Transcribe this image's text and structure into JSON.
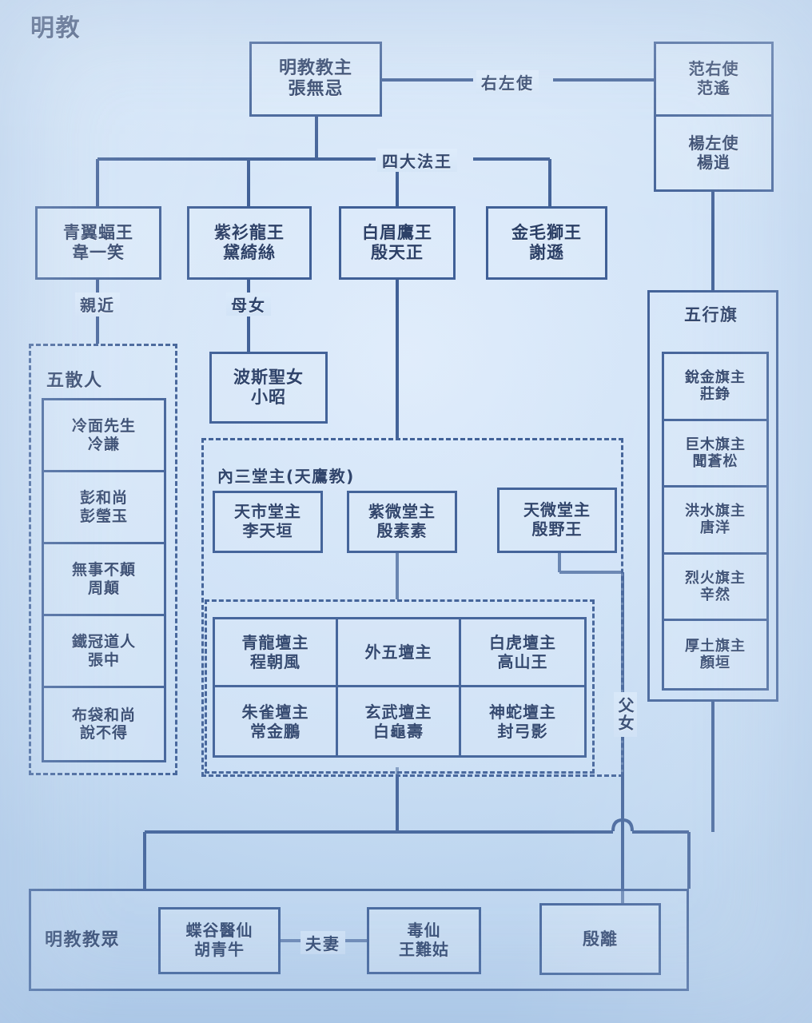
{
  "title": "明教",
  "nodes": {
    "leader": {
      "title": "明教教主",
      "name": "張無忌"
    },
    "right_envoy": {
      "title": "范右使",
      "name": "范遙"
    },
    "left_envoy": {
      "title": "楊左使",
      "name": "楊逍"
    },
    "king_bat": {
      "title": "青翼蝠王",
      "name": "韋一笑"
    },
    "king_dragon": {
      "title": "紫衫龍王",
      "name": "黛綺絲"
    },
    "king_eagle": {
      "title": "白眉鷹王",
      "name": "殷天正"
    },
    "king_lion": {
      "title": "金毛獅王",
      "name": "謝遜"
    },
    "persian_maiden": {
      "title": "波斯聖女",
      "name": "小昭"
    }
  },
  "relations": {
    "envoys": "右左使",
    "four_kings": "四大法王",
    "close": "親近",
    "mother_daughter": "母女",
    "father_daughter": "父女",
    "husband_wife": "夫妻"
  },
  "five_wanderers": {
    "title": "五散人",
    "members": [
      {
        "title": "冷面先生",
        "name": "冷謙"
      },
      {
        "title": "彭和尚",
        "name": "彭瑩玉"
      },
      {
        "title": "無事不顛",
        "name": "周顛"
      },
      {
        "title": "鐵冠道人",
        "name": "張中"
      },
      {
        "title": "布袋和尚",
        "name": "說不得"
      }
    ]
  },
  "inner_three_halls": {
    "title": "內三堂主(天鷹教)",
    "members": [
      {
        "title": "天市堂主",
        "name": "李天垣"
      },
      {
        "title": "紫微堂主",
        "name": "殷素素"
      },
      {
        "title": "天微堂主",
        "name": "殷野王"
      }
    ]
  },
  "outer_five_altars": {
    "title": "外五壇主",
    "members": [
      {
        "title": "青龍壇主",
        "name": "程朝風"
      },
      {
        "title": "白虎壇主",
        "name": "高山王"
      },
      {
        "title": "朱雀壇主",
        "name": "常金鵬"
      },
      {
        "title": "玄武壇主",
        "name": "白龜壽"
      },
      {
        "title": "神蛇壇主",
        "name": "封弓影"
      }
    ]
  },
  "five_element_flags": {
    "title": "五行旗",
    "members": [
      {
        "title": "銳金旗主",
        "name": "莊錚"
      },
      {
        "title": "巨木旗主",
        "name": "聞蒼松"
      },
      {
        "title": "洪水旗主",
        "name": "唐洋"
      },
      {
        "title": "烈火旗主",
        "name": "辛然"
      },
      {
        "title": "厚土旗主",
        "name": "顏垣"
      }
    ]
  },
  "congregation": {
    "title": "明教教眾",
    "members": [
      {
        "title": "蝶谷醫仙",
        "name": "胡青牛"
      },
      {
        "title": "毒仙",
        "name": "王難姑"
      },
      {
        "title": "殷離",
        "name": ""
      }
    ]
  },
  "colors": {
    "background": "#cfe2f7",
    "line": "#3f5f96",
    "text": "#2b3f66"
  }
}
